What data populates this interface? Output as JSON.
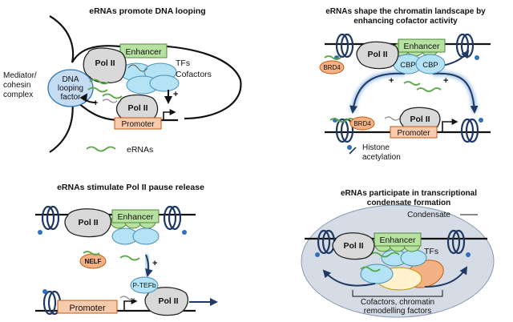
{
  "panels": {
    "p1": {
      "title": "eRNAs promote DNA looping",
      "pol2_top": "Pol II",
      "pol2_bottom": "Pol II",
      "enhancer": "Enhancer",
      "tfs": "TFs",
      "cofactors": "Cofactors",
      "mediator_line1": "Mediator/",
      "mediator_line2": "cohesin",
      "mediator_line3": "complex",
      "looping_line1": "DNA",
      "looping_line2": "looping",
      "looping_line3": "factor",
      "promoter": "Promoter",
      "legend_erna": "eRNAs",
      "plus": "+"
    },
    "p2": {
      "title_line1": "eRNAs shape the chromatin landscape by",
      "title_line2": "enhancing cofactor activity",
      "enhancer": "Enhancer",
      "pol2_top": "Pol II",
      "pol2_bottom": "Pol II",
      "brd4_top": "BRD4",
      "brd4_bottom": "BRD4",
      "cbp_left": "CBP",
      "cbp_right": "CBP",
      "promoter": "Promoter",
      "legend_line1": "Histone",
      "legend_line2": "acetylation",
      "plus": "+"
    },
    "p3": {
      "title": "eRNAs stimulate Pol II pause release",
      "pol2_top": "Pol II",
      "enhancer": "Enhancer",
      "nelf": "NELF",
      "ptefb": "P-TEFb",
      "pol2_bottom": "Pol II",
      "promoter": "Promoter",
      "plus": "+"
    },
    "p4": {
      "title_line1": "eRNAs participate in transcriptional",
      "title_line2": "condensate formation",
      "condensate": "Condensate",
      "pol2": "Pol II",
      "enhancer": "Enhancer",
      "tfs": "TFs",
      "cofactors_line1": "Cofactors, chromatin",
      "cofactors_line2": "remodelling factors"
    }
  },
  "colors": {
    "pol2_fill": "#d9d9d9",
    "enhancer_fill": "#b7e1a1",
    "tf_fill": "#b3e3f5",
    "promoter_fill": "#f8cbad",
    "brd4_fill": "#f4b183",
    "erna_stroke": "#58a845",
    "acetyl_dot": "#2f6fbe",
    "arrow_blue": "#2e75b6",
    "condensate_fill": "#d6dce5"
  }
}
